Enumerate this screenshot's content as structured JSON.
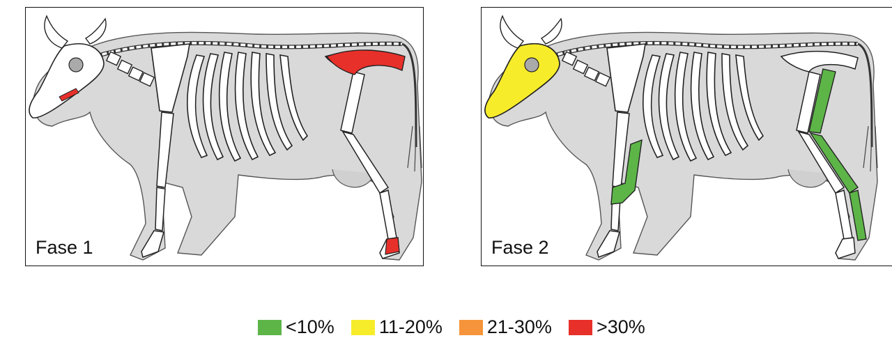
{
  "panels": [
    {
      "label": "Fase 1",
      "highlighted_bones": [
        {
          "bone": "pelvis",
          "color": "#e8302a"
        },
        {
          "bone": "mandible",
          "color": "#e8302a"
        },
        {
          "bone": "hind-phalanges",
          "color": "#e8302a"
        }
      ]
    },
    {
      "label": "Fase 2",
      "highlighted_bones": [
        {
          "bone": "skull",
          "color": "#f7ec2a"
        },
        {
          "bone": "radius-ulna",
          "color": "#5db548"
        },
        {
          "bone": "femur",
          "color": "#5db548"
        },
        {
          "bone": "tibia",
          "color": "#5db548"
        },
        {
          "bone": "metatarsus",
          "color": "#5db548"
        }
      ]
    }
  ],
  "legend": [
    {
      "label": "<10%",
      "color": "#5db548"
    },
    {
      "label": "11-20%",
      "color": "#f7ec2a"
    },
    {
      "label": "21-30%",
      "color": "#f5943a"
    },
    {
      "label": ">30%",
      "color": "#e8302a"
    }
  ]
}
